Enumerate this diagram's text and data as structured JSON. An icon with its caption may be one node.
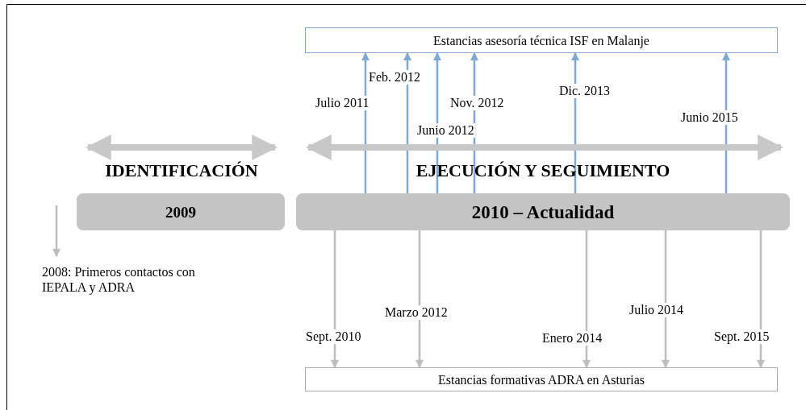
{
  "diagram": {
    "nodes": [
      {
        "text": [
          "Estancias asesoría técnica ISF en Malanje"
        ]
      },
      {
        "text": [
          "2009"
        ]
      },
      {
        "text": [
          "2010 – Actualidad"
        ]
      },
      {
        "text": [
          "Estancias formativas ADRA en Asturias"
        ]
      },
      {
        "text": [
          "2008: Primeros contactos con IEPALA y ADRA"
        ]
      }
    ],
    "edges": [
      {
        "from": 2,
        "to": 0,
        "arrow": "to",
        "label": "Julio 2011",
        "color": "#7fa8d4"
      },
      {
        "from": 2,
        "to": 0,
        "arrow": "to",
        "label": "Feb. 2012",
        "color": "#7fa8d4"
      },
      {
        "from": 2,
        "to": 0,
        "arrow": "to",
        "label": "Junio 2012",
        "color": "#7fa8d4"
      },
      {
        "from": 2,
        "to": 0,
        "arrow": "to",
        "label": "Nov. 2012",
        "color": "#7fa8d4"
      },
      {
        "from": 2,
        "to": 0,
        "arrow": "to",
        "label": "Dic. 2013",
        "color": "#7fa8d4"
      },
      {
        "from": 2,
        "to": 0,
        "arrow": "to",
        "label": "Junio 2015",
        "color": "#7fa8d4"
      },
      {
        "from": 2,
        "to": 3,
        "arrow": "to",
        "label": "Sept. 2010",
        "color": "#bdbdbd"
      },
      {
        "from": 2,
        "to": 3,
        "arrow": "to",
        "label": "Marzo 2012",
        "color": "#bdbdbd"
      },
      {
        "from": 2,
        "to": 3,
        "arrow": "to",
        "label": "Enero 2014",
        "color": "#bdbdbd"
      },
      {
        "from": 2,
        "to": 3,
        "arrow": "to",
        "label": "Julio 2014",
        "color": "#bdbdbd"
      },
      {
        "from": 2,
        "to": 3,
        "arrow": "to",
        "label": "Sept. 2015",
        "color": "#bdbdbd"
      },
      {
        "from": null,
        "to": 4,
        "arrow": "to",
        "color": "#bdbdbd"
      }
    ],
    "labels": [
      "IDENTIFICACIÓN",
      "EJECUCIÓN Y SEGUIMIENTO"
    ]
  }
}
